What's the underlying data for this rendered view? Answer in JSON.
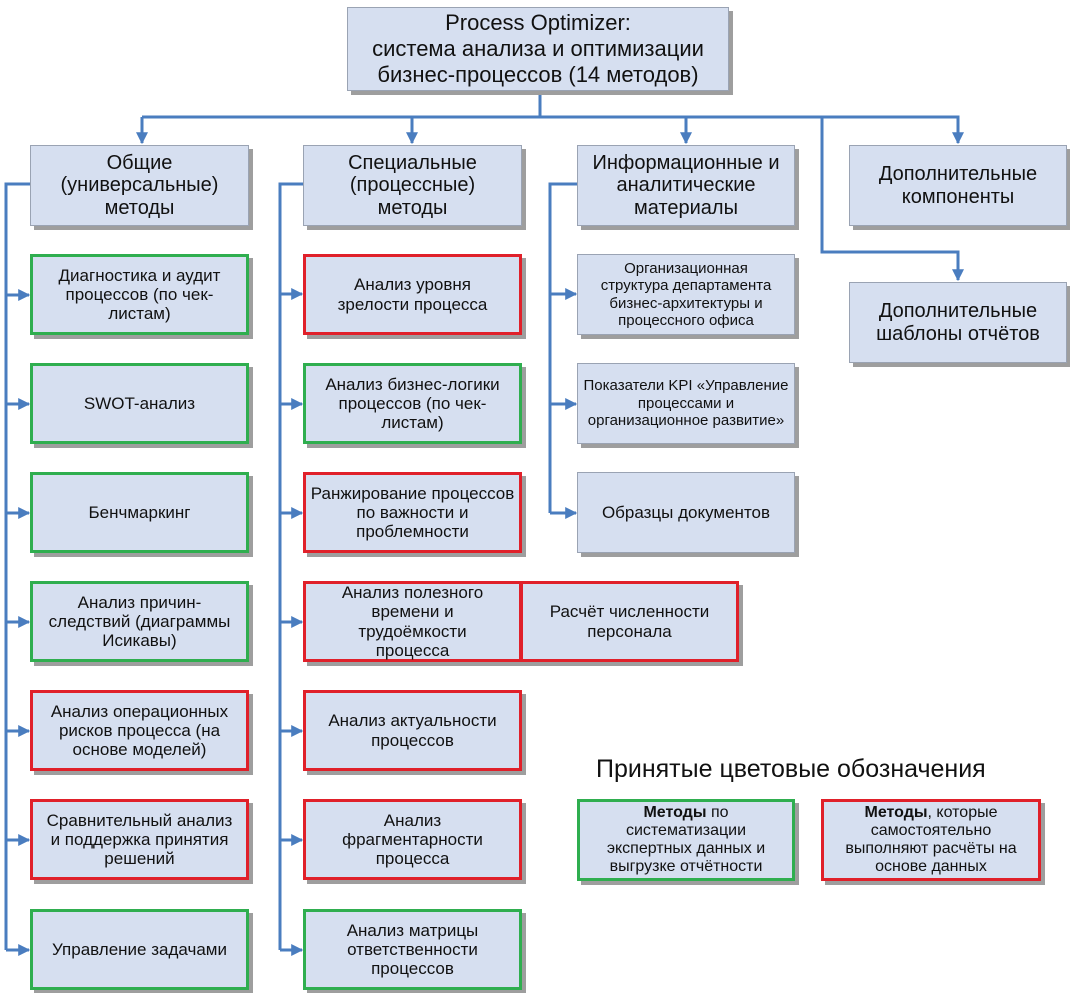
{
  "root": {
    "line1": "Process Optimizer:",
    "line2": "система анализа и оптимизации",
    "line3": "бизнес-процессов (14 методов)"
  },
  "categories": {
    "general": "Общие (универсальные) методы",
    "special": "Специальные (процессные) методы",
    "info": "Информационные и аналитические материалы",
    "additional": "Дополнительные компоненты",
    "templates": "Дополнительные шаблоны отчётов"
  },
  "general_methods": [
    {
      "label": "Диагностика и аудит процессов (по чек-листам)",
      "marker": "green"
    },
    {
      "label": "SWOT-анализ",
      "marker": "green"
    },
    {
      "label": "Бенчмаркинг",
      "marker": "green"
    },
    {
      "label": "Анализ причин-следствий (диаграммы Исикавы)",
      "marker": "green"
    },
    {
      "label": "Анализ операционных рисков процесса (на основе моделей)",
      "marker": "red"
    },
    {
      "label": "Сравнительный анализ и поддержка принятия решений",
      "marker": "red"
    },
    {
      "label": "Управление задачами",
      "marker": "green"
    }
  ],
  "special_methods": [
    {
      "label": "Анализ уровня зрелости процесса",
      "marker": "red"
    },
    {
      "label": "Анализ бизнес-логики процессов (по чек-листам)",
      "marker": "green"
    },
    {
      "label": "Ранжирование процессов по важности и проблемности",
      "marker": "red"
    },
    {
      "label": "Анализ полезного времени и трудоёмкости процесса",
      "marker": "red"
    },
    {
      "label": "Анализ актуальности процессов",
      "marker": "red"
    },
    {
      "label": "Анализ фрагментарности процесса",
      "marker": "red"
    },
    {
      "label": "Анализ матрицы ответственности процессов",
      "marker": "green"
    }
  ],
  "headcount": {
    "label": "Расчёт численности персонала",
    "marker": "red"
  },
  "info_materials": [
    "Организационная структура департамента бизнес-архитектуры и процессного офиса",
    "Показатели KPI «Управление процессами и организационное развитие»",
    "Образцы документов"
  ],
  "legend": {
    "title": "Принятые цветовые обозначения",
    "green_bold": "Методы",
    "green_text": " по систематизации экспертных данных и выгрузке отчётности",
    "red_bold": "Методы",
    "red_text": ", которые самостоятельно выполняют расчёты на основе данных"
  },
  "colors": {
    "box_fill": "#d6dff0",
    "connector": "#4a7dbf",
    "green_marker": "#2fae4f",
    "red_marker": "#e0202a"
  }
}
